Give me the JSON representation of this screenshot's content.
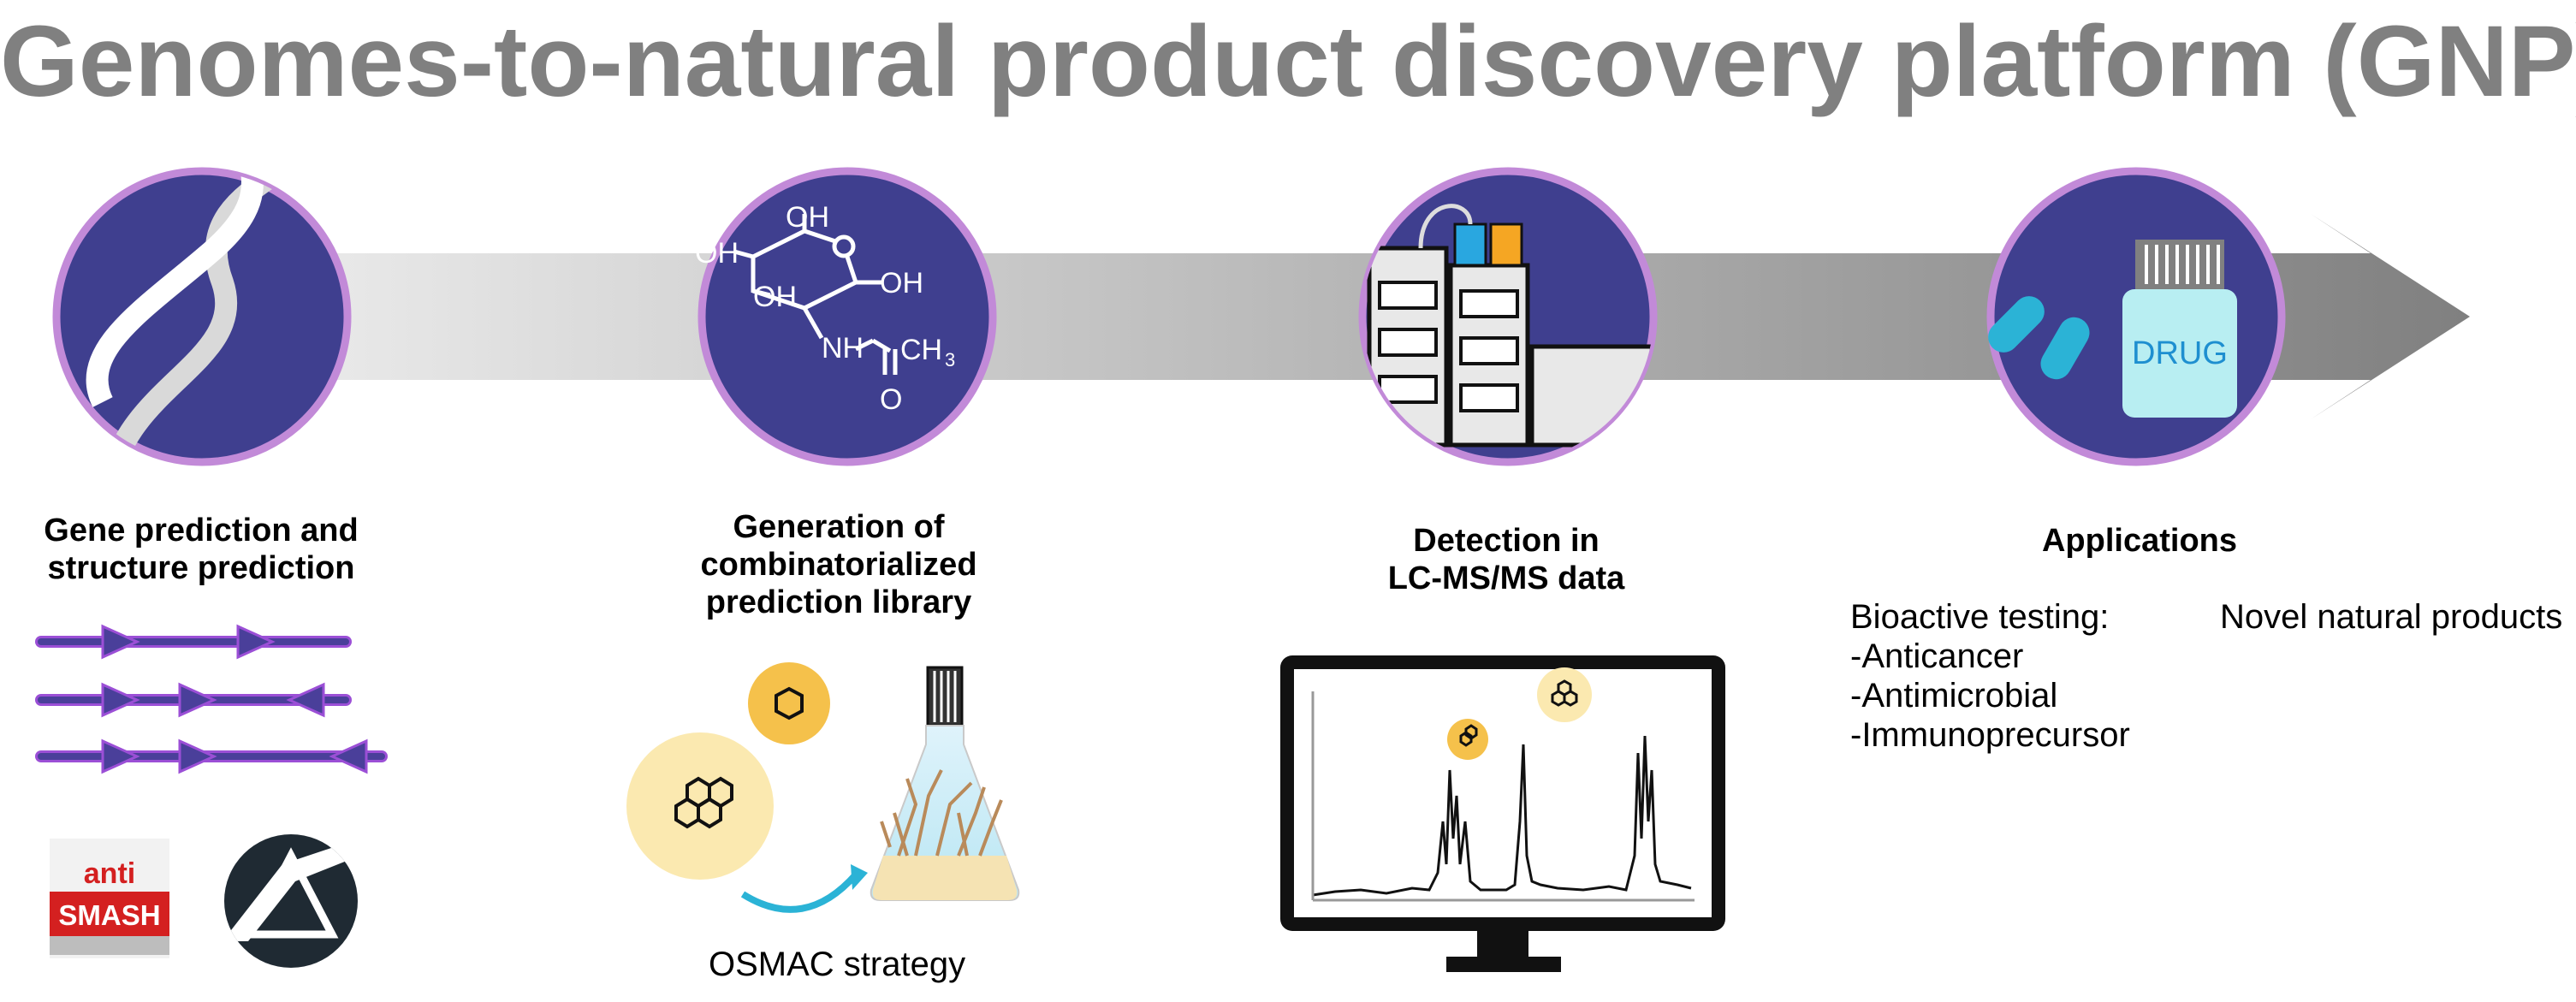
{
  "title": "Genomes-to-natural product discovery platform (GNP)",
  "steps": [
    {
      "title_lines": [
        "Gene prediction and",
        "structure prediction"
      ]
    },
    {
      "title_lines": [
        "Generation of",
        "combinatorialized",
        "prediction library"
      ]
    },
    {
      "title_lines": [
        "Detection in",
        "LC-MS/MS data"
      ]
    },
    {
      "title_lines": [
        "Applications"
      ]
    }
  ],
  "molecule_labels": [
    "OH",
    "OH",
    "OH",
    "OH",
    "NH",
    "CH",
    "3",
    "O"
  ],
  "drug_label": "DRUG",
  "antismash": {
    "top": "anti",
    "bottom": "SMASH"
  },
  "osmac_label": "OSMAC strategy",
  "bioactive": {
    "header": "Bioactive testing:",
    "items": [
      "-Anticancer",
      "-Antimicrobial",
      "-Immunoprecursor"
    ]
  },
  "novel_products": "Novel natural products",
  "colors": {
    "circle_fill": "#3f3f8f",
    "circle_ring": "#c28ad8",
    "arrow_dark": "#808080",
    "arrow_light": "#e6e6e6",
    "gene_arrow": "#4a3f9a",
    "gene_outline": "#9b4fd6",
    "drug_bottle": "#b8eef2",
    "drug_text": "#1e8fd0",
    "pill": "#2bb3d6",
    "orange_dot": "#f5c14b",
    "pale_dot": "#fbe9b0",
    "antismash_red": "#d42020",
    "prism_circle": "#1f2a33"
  }
}
